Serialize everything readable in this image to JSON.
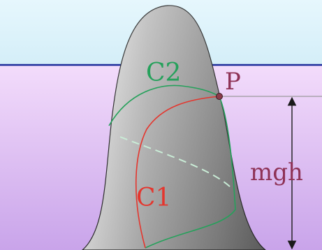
{
  "labels": {
    "curve1": "C1",
    "curve2": "C2",
    "point": "P",
    "height": "mgh"
  },
  "colors": {
    "sky_top": "#e6f7fd",
    "sky_bottom": "#d4eef8",
    "water_line": "#1b2b9a",
    "water_top": "#f3dcfb",
    "water_bottom": "#c9a4ea",
    "mountain_light": "#f5f5f5",
    "mountain_dark": "#6f6f6f",
    "curve1": "#e4362e",
    "curve2": "#25a15b",
    "dashed_curve": "#c9ecd6",
    "point": "#8a3c4a",
    "label_point": "#8e3256",
    "label_height": "#8e3256",
    "guide_line": "#9a9a9a"
  }
}
